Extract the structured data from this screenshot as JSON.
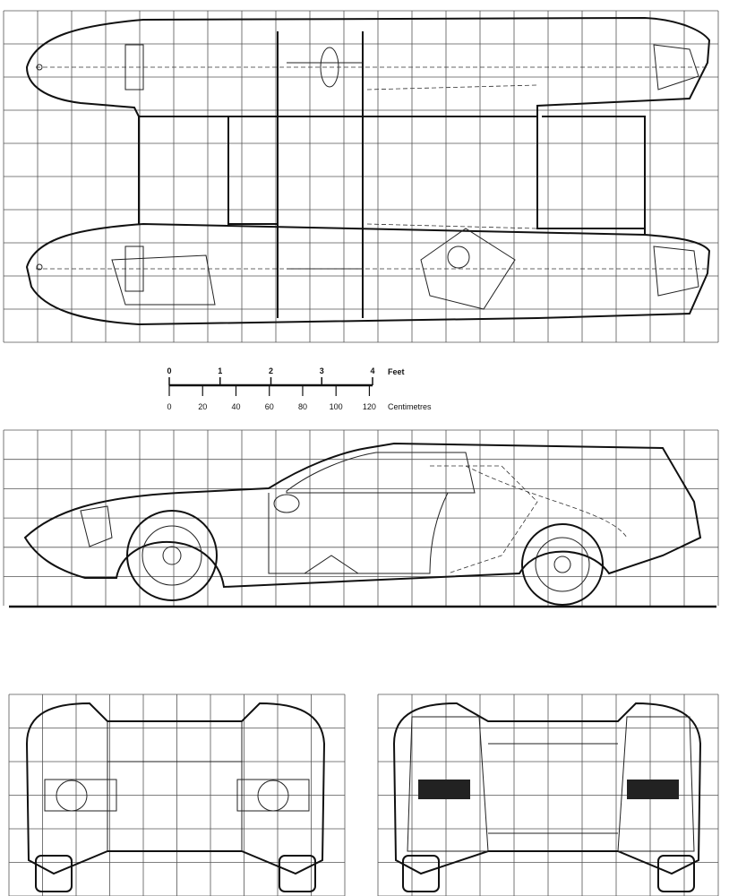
{
  "scale_bar": {
    "feet_ticks": [
      "0",
      "1",
      "2",
      "3",
      "4"
    ],
    "feet_label": "Feet",
    "cm_ticks": [
      "0",
      "20",
      "40",
      "60",
      "80",
      "100",
      "120"
    ],
    "cm_label": "Centimetres"
  },
  "views": [
    "top-plan",
    "side-elevation",
    "front-elevation",
    "rear-elevation"
  ],
  "colors": {
    "ink": "#111111",
    "grid": "#555555",
    "paper": "#ffffff"
  }
}
